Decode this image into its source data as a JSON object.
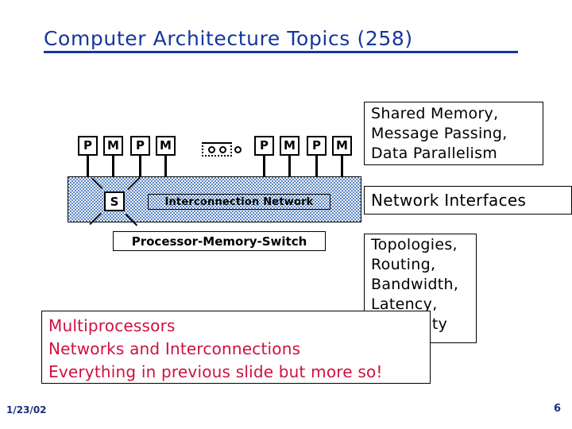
{
  "slide": {
    "title": "Computer Architecture Topics (258)",
    "title_color": "#16369b",
    "accent_red": "#cf1040",
    "footer_date": "1/23/02",
    "page_number": "6"
  },
  "diagram": {
    "left_nodes": [
      {
        "label": "P",
        "name": "processor-node"
      },
      {
        "label": "M",
        "name": "memory-node"
      },
      {
        "label": "P",
        "name": "processor-node"
      },
      {
        "label": "M",
        "name": "memory-node"
      }
    ],
    "right_nodes": [
      {
        "label": "P",
        "name": "processor-node"
      },
      {
        "label": "M",
        "name": "memory-node"
      },
      {
        "label": "P",
        "name": "processor-node"
      },
      {
        "label": "M",
        "name": "memory-node"
      }
    ],
    "ellipsis": "o o o",
    "switch_label": "S",
    "network_label": "Interconnection Network",
    "pms_label": "Processor-Memory-Switch",
    "network_fill_color": "#4f7ec0"
  },
  "callouts": {
    "shared_memory": {
      "lines": [
        "Shared Memory,",
        "Message Passing,",
        "Data Parallelism"
      ]
    },
    "network_interfaces": {
      "text": "Network Interfaces"
    },
    "topologies": {
      "lines": [
        "Topologies,",
        "Routing,",
        "Bandwidth,",
        "Latency,",
        "Reliability"
      ]
    },
    "multiprocessors": {
      "lines": [
        "Multiprocessors",
        "Networks and Interconnections",
        "Everything in previous slide but more so!"
      ]
    }
  }
}
